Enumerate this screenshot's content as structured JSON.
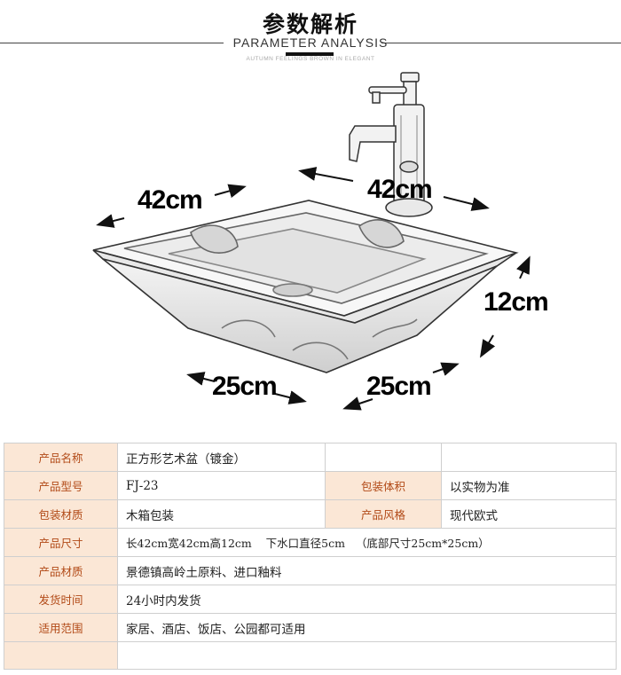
{
  "header": {
    "title_cn": "参数解析",
    "title_en": "PARAMETER ANALYSIS",
    "subtitle": "AUTUMN FEELINGS BROWN IN ELEGANT"
  },
  "dimensions": {
    "top_left": "42cm",
    "top_right": "42cm",
    "height": "12cm",
    "bottom_left": "25cm",
    "bottom_right": "25cm"
  },
  "spec": {
    "rows": [
      {
        "k1": "产品名称",
        "v1": "正方形艺术盆（镀金）",
        "k2": "",
        "v2": ""
      },
      {
        "k1": "产品型号",
        "v1": "FJ-23",
        "k2": "包装体积",
        "v2": "以实物为准"
      },
      {
        "k1": "包装材质",
        "v1": "木箱包装",
        "k2": "产品风格",
        "v2": "现代欧式"
      },
      {
        "k1": "产品尺寸",
        "v1": "长42cm宽42cm高12cm    下水口直径5cm   （底部尺寸25cm*25cm）"
      },
      {
        "k1": "产品材质",
        "v1": "景德镇高岭土原料、进口釉料"
      },
      {
        "k1": "发货时间",
        "v1": "24小时内发货"
      },
      {
        "k1": "适用范围",
        "v1": "家居、酒店、饭店、公园都可适用"
      },
      {
        "k1": "",
        "v1": ""
      }
    ]
  }
}
